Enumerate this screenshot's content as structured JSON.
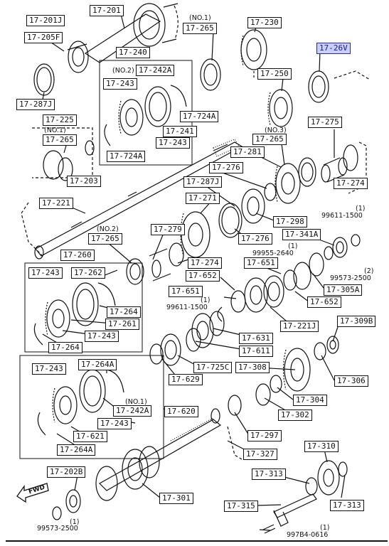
{
  "labels": {
    "l17_201J": "17-201J",
    "l17_201": "17-201",
    "l17_205F": "17-205F",
    "l17_287J": "17-287J",
    "l17_240": "17-240",
    "l17_242A_no2": "17-242A",
    "l17_243_a": "17-243",
    "l17_724A_a": "17-724A",
    "l17_241": "17-241",
    "l17_243_b": "17-243",
    "l17_724A_b": "17-724A",
    "l17_265_top": "17-265",
    "l17_230": "17-230",
    "l17_26V": "17-26V",
    "l17_250": "17-250",
    "l17_225": "17-225",
    "l17_265_left": "17-265",
    "l17_203": "17-203",
    "l17_265_mid": "17-265",
    "l17_281": "17-281",
    "l17_275": "17-275",
    "l17_274_r": "17-274",
    "l17_276_a": "17-276",
    "l17_287J_b": "17-287J",
    "l17_271": "17-271",
    "l17_221": "17-221",
    "l17_298": "17-298",
    "l17_279": "17-279",
    "l17_265_no2": "17-265",
    "l17_276_b": "17-276",
    "l17_341A": "17-341A",
    "l17_274_m": "17-274",
    "l17_652_a": "17-652",
    "l17_651_a": "17-651",
    "l17_260": "17-260",
    "l17_243_c": "17-243",
    "l17_262": "17-262",
    "l17_264_a": "17-264",
    "l17_261": "17-261",
    "l17_243_d": "17-243",
    "l17_264_b": "17-264",
    "l17_651_b": "17-651",
    "l17_305A": "17-305A",
    "l17_652_b": "17-652",
    "l17_221J": "17-221J",
    "l17_631": "17-631",
    "l17_611": "17-611",
    "l17_309B": "17-309B",
    "l17_725C": "17-725C",
    "l17_308": "17-308",
    "l17_306": "17-306",
    "l17_629": "17-629",
    "l17_304": "17-304",
    "l17_243_e": "17-243",
    "l17_264A_a": "17-264A",
    "l17_242A_no1": "17-242A",
    "l17_620": "17-620",
    "l17_302": "17-302",
    "l17_243_f": "17-243",
    "l17_621": "17-621",
    "l17_264A_b": "17-264A",
    "l17_297": "17-297",
    "l17_327": "17-327",
    "l17_310": "17-310",
    "l17_202B": "17-202B",
    "l17_313_a": "17-313",
    "l17_301": "17-301",
    "l17_313_b": "17-313",
    "l17_315": "17-315"
  },
  "notes": {
    "no1_top": "(NO.1)",
    "no2_a": "(NO.2)",
    "no1_left": "(NO.1)",
    "no3": "(NO.3)",
    "no2_b": "(NO.2)",
    "no1_bottom": "(NO.1)",
    "q1a": "(1)",
    "p99611_1500_a": "99611-1500",
    "q1b": "(1)",
    "p99955_2640": "99955-2640",
    "q2": "(2)",
    "p99573_2500_a": "99573-2500",
    "q1c": "(1)",
    "p99611_1500_b": "99611-1500",
    "q1d": "(1)",
    "p99573_2500_b": "99573-2500",
    "q1e": "(1)",
    "p997B4_0616": "997B4-0616"
  },
  "fwd_label": "FWD",
  "colors": {
    "ink": "#111111",
    "highlight_fill": "#c9d0ff",
    "highlight_border": "#2a2aa0"
  }
}
